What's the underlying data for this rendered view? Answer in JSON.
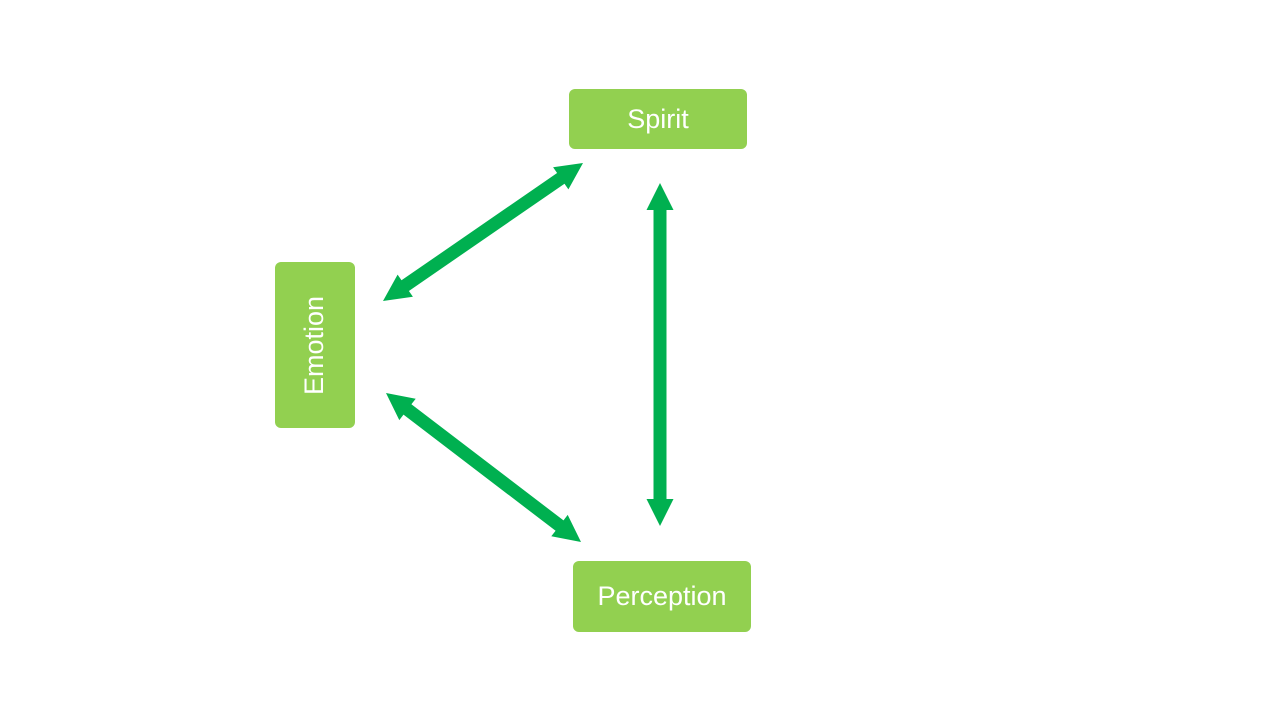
{
  "diagram": {
    "nodes": {
      "spirit": {
        "label": "Spirit"
      },
      "emotion": {
        "label": "Emotion"
      },
      "perception": {
        "label": "Perception"
      }
    },
    "edges": [
      {
        "from": "spirit",
        "to": "emotion",
        "bidirectional": true
      },
      {
        "from": "spirit",
        "to": "perception",
        "bidirectional": true
      },
      {
        "from": "emotion",
        "to": "perception",
        "bidirectional": true
      }
    ]
  },
  "colors": {
    "node_fill": "#92d050",
    "arrow_fill": "#00b050",
    "node_text": "#ffffff",
    "background": "#ffffff"
  }
}
